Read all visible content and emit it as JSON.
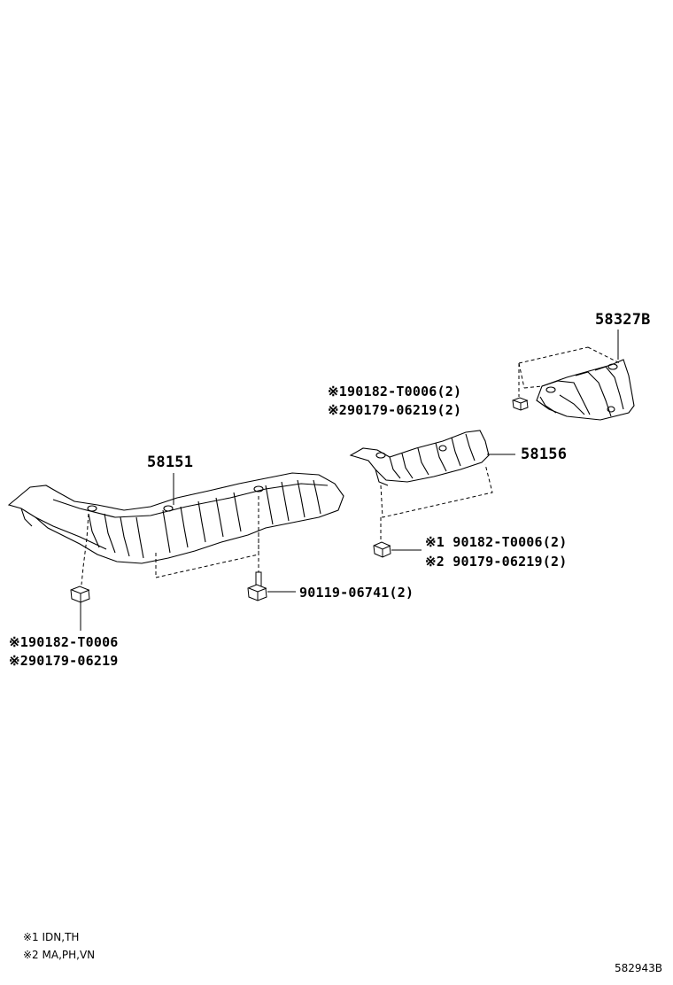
{
  "parts": {
    "p58327b": "58327B",
    "p58151": "58151",
    "p58156": "58156",
    "bolt": "90119-06741(2)"
  },
  "fasteners": {
    "upper_right": {
      "line1": "※190182-T0006(2)",
      "line2": "※290179-06219(2)"
    },
    "mid_right": {
      "line1": "※1 90182-T0006(2)",
      "line2": "※2 90179-06219(2)"
    },
    "left": {
      "line1": "※190182-T0006",
      "line2": "※290179-06219"
    }
  },
  "notes": {
    "n1": "※1 IDN,TH",
    "n2": "※2 MA,PH,VN"
  },
  "diagram_code": "582943B",
  "colors": {
    "line": "#000000",
    "background": "#ffffff",
    "part_fill": "#ffffff",
    "shade": "#d6d6d6"
  }
}
